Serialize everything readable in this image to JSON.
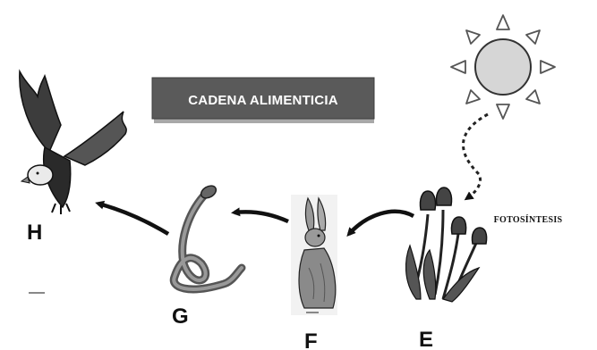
{
  "title": "CADENA ALIMENTICIA",
  "photosynthesis_label": "FOTOSÍNTESIS",
  "organisms": [
    {
      "id": "H",
      "label": "H",
      "icon": "eagle-icon"
    },
    {
      "id": "G",
      "label": "G",
      "icon": "snake-icon"
    },
    {
      "id": "F",
      "label": "F",
      "icon": "rabbit-icon"
    },
    {
      "id": "E",
      "label": "E",
      "icon": "tulip-plant-icon"
    }
  ],
  "sun_icon": "sun-icon",
  "colors": {
    "title_bg": "#5a5a5a",
    "title_text": "#ffffff",
    "title_shadow": "#a8a8a8",
    "ink": "#111111",
    "sun_fill": "#d6d6d6"
  }
}
